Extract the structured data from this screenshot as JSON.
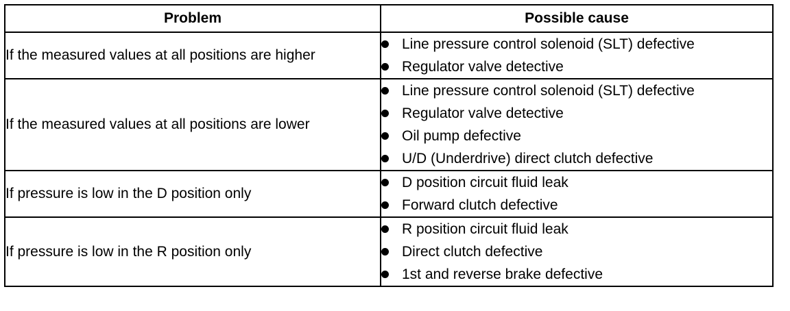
{
  "headers": {
    "problem": "Problem",
    "cause": "Possible cause"
  },
  "rows": [
    {
      "problem": "If the measured values at all positions are higher",
      "causes": [
        "Line pressure control solenoid (SLT) defective",
        "Regulator valve detective"
      ]
    },
    {
      "problem": "If the measured values at all positions are lower",
      "causes": [
        "Line pressure control solenoid (SLT) defective",
        "Regulator valve detective",
        "Oil pump defective",
        "U/D (Underdrive) direct clutch defective"
      ]
    },
    {
      "problem": "If pressure is low in the D position only",
      "causes": [
        "D position circuit fluid leak",
        "Forward clutch defective"
      ]
    },
    {
      "problem": "If pressure is low in the R position only",
      "causes": [
        "R position circuit fluid leak",
        "Direct clutch defective",
        "1st and reverse brake defective"
      ]
    }
  ]
}
